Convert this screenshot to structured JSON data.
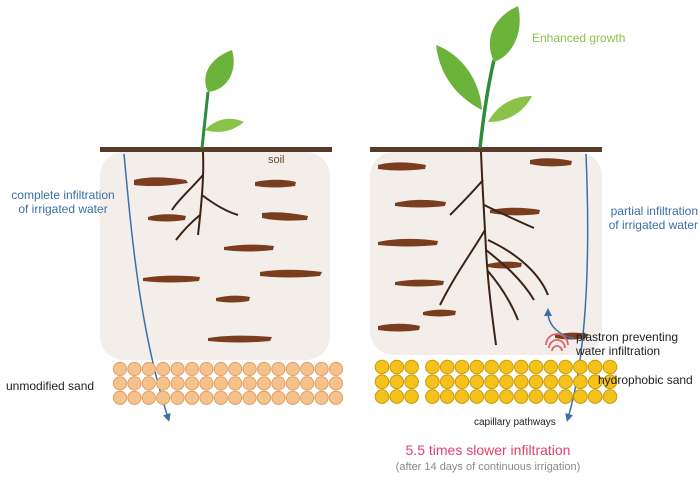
{
  "left_panel": {
    "soil_label": "soil",
    "water_label_line1": "complete infiltration",
    "water_label_line2": "of irrigated water",
    "sand_label": "unmodified sand"
  },
  "right_panel": {
    "growth_label": "Enhanced growth",
    "water_label_line1": "partial infiltration",
    "water_label_line2": "of irrigated water",
    "plastron_line1": "plastron preventing",
    "plastron_line2": "water infiltration",
    "sand_label": "hydrophobic sand",
    "capillary_label": "capillary pathways"
  },
  "result": {
    "headline": "5.5 times slower infiltration",
    "subline": "(after 14 days of continuous irrigation)"
  },
  "colors": {
    "soil_box": "#f4eeeb",
    "soil_chunk": "#7a3d1e",
    "surface": "#5a3a28",
    "root": "#3b2416",
    "leaf": "#6bb33a",
    "water_arrow": "#3a6fa8",
    "unmodified_sand": "#f5c28c",
    "hydrophobic_sand": "#f4c21a",
    "plastron_signal": "#e2606a",
    "highlight": "#e2416d"
  }
}
